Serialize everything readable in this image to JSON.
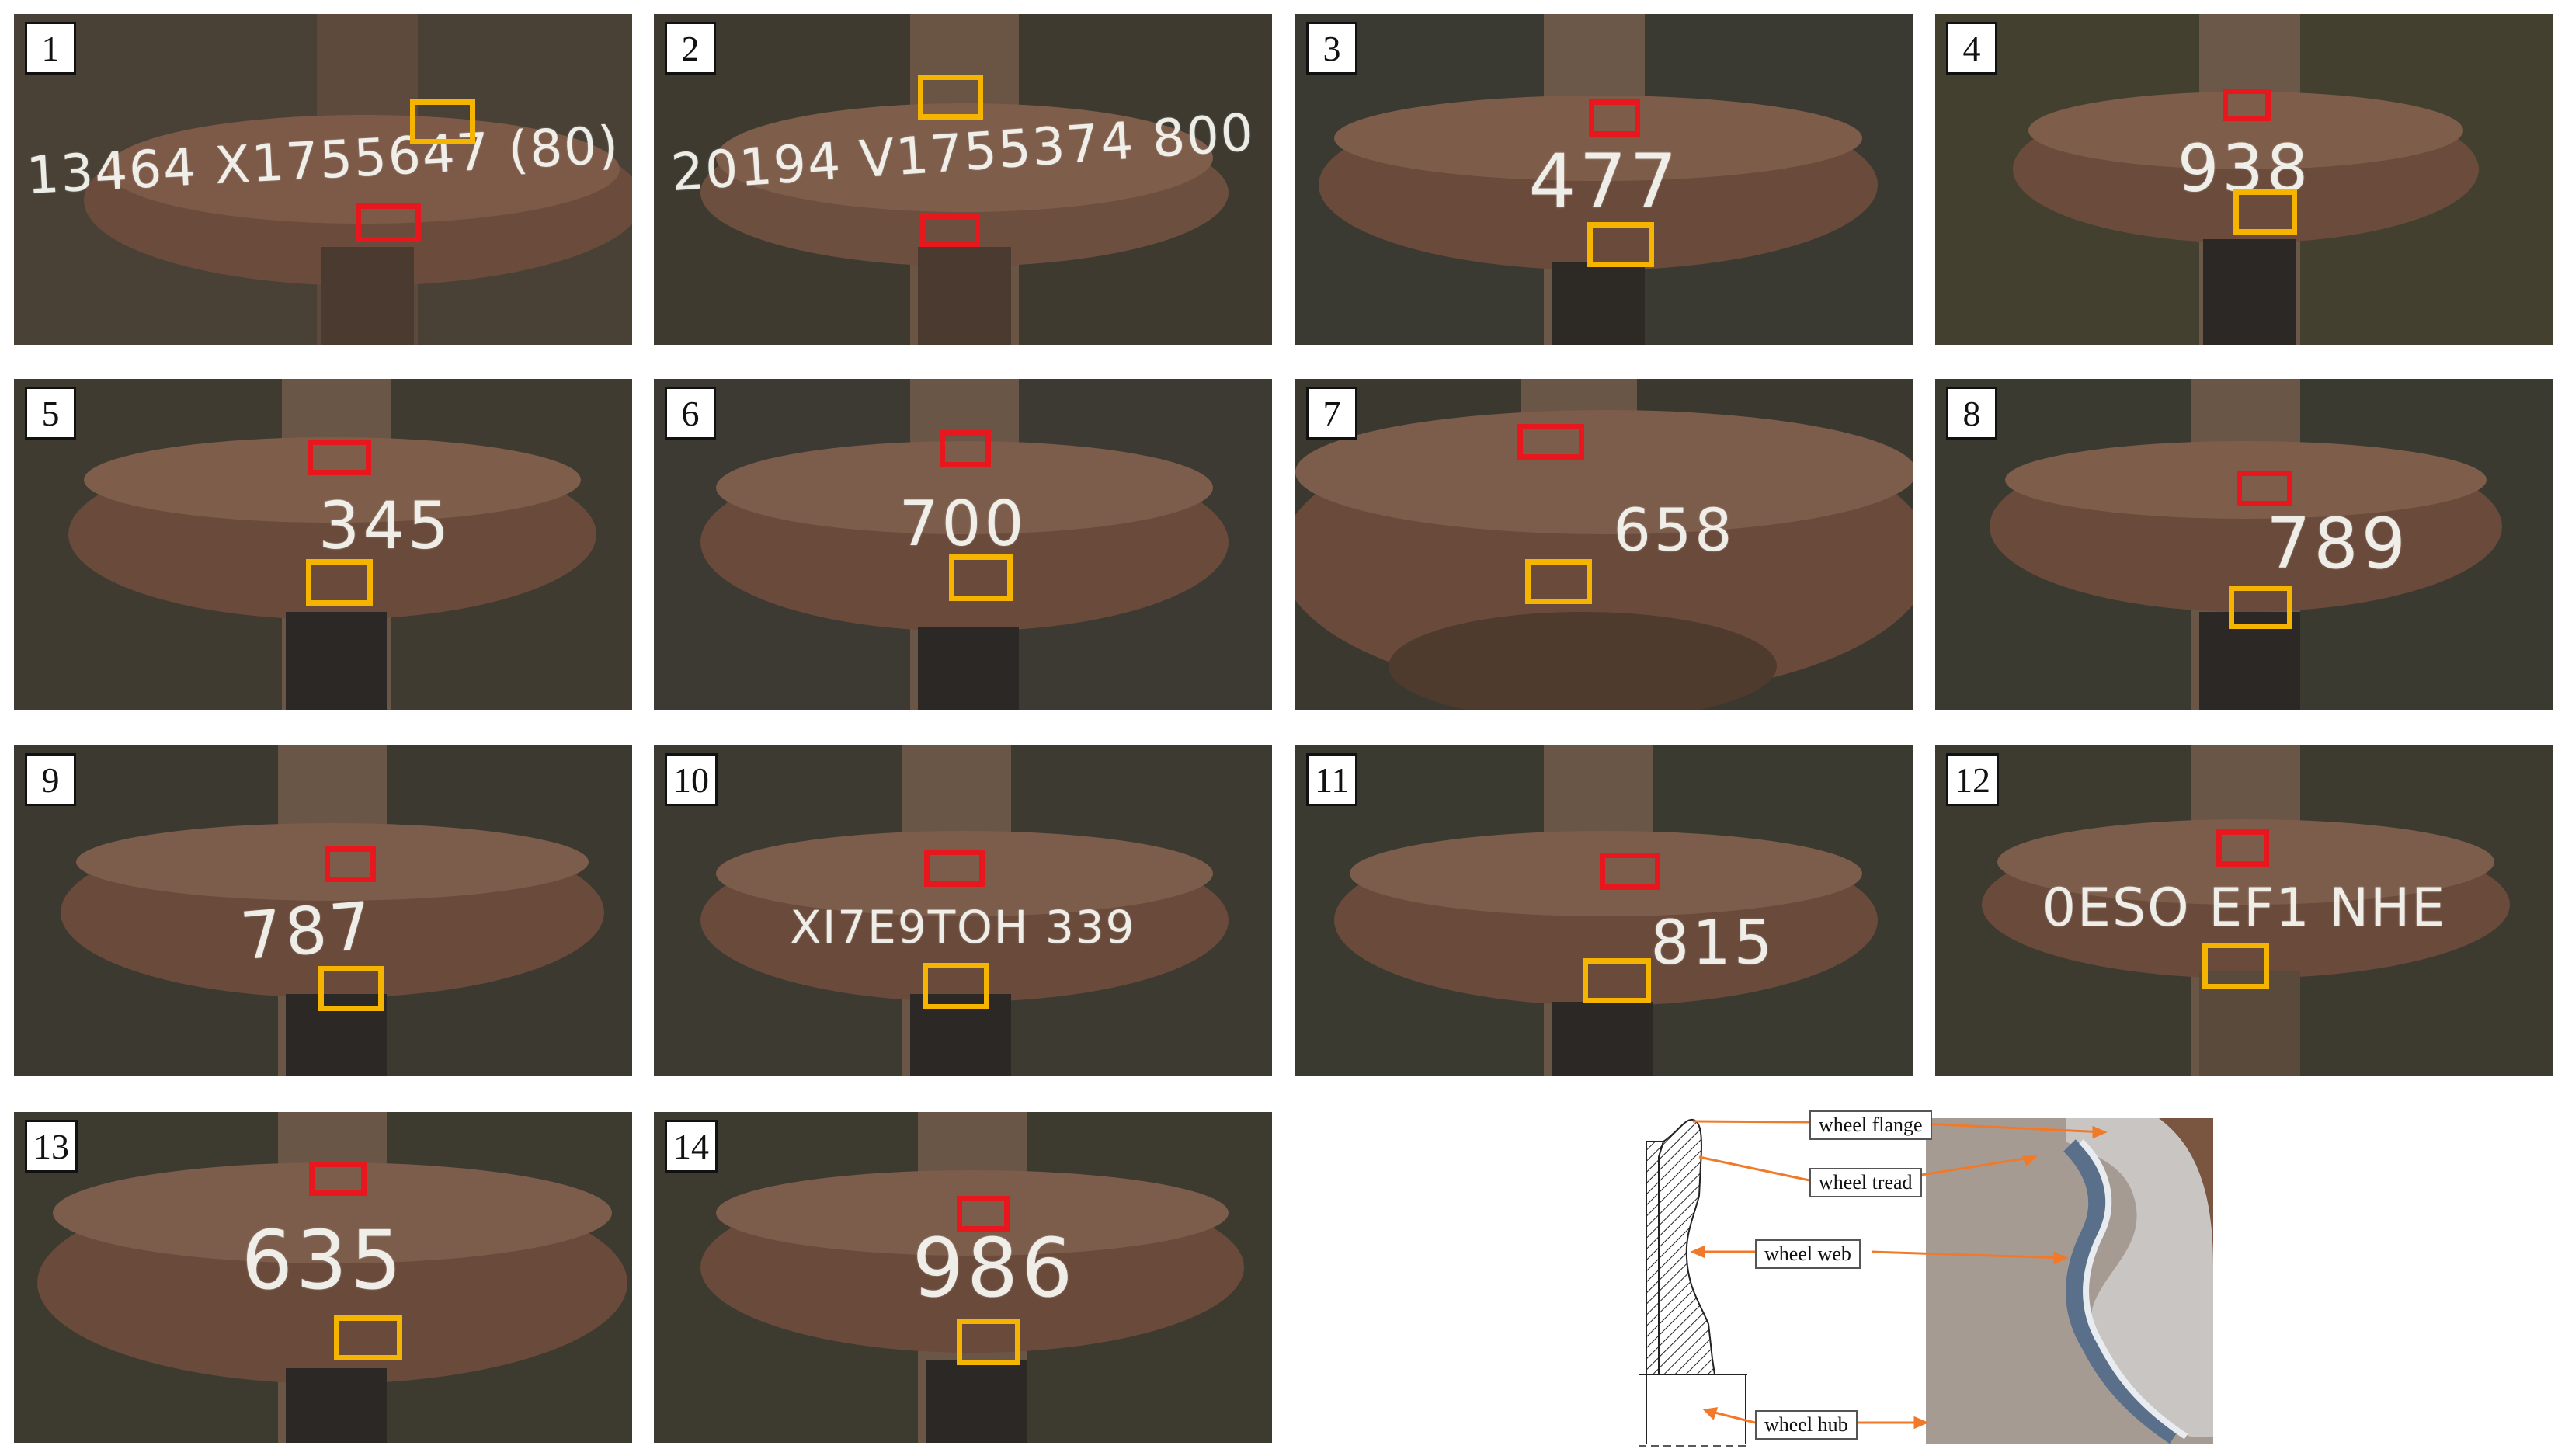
{
  "panels": [
    {
      "number": "1",
      "chalk": "13464 X1755647 (80)"
    },
    {
      "number": "2",
      "chalk": "20194 V1755374 800"
    },
    {
      "number": "3",
      "chalk": "477"
    },
    {
      "number": "4",
      "chalk": "938"
    },
    {
      "number": "5",
      "chalk": "345"
    },
    {
      "number": "6",
      "chalk": "700"
    },
    {
      "number": "7",
      "chalk": "658"
    },
    {
      "number": "8",
      "chalk": "789"
    },
    {
      "number": "9",
      "chalk": "787"
    },
    {
      "number": "10",
      "chalk": "XI7E9TOH 339"
    },
    {
      "number": "11",
      "chalk": "815"
    },
    {
      "number": "12",
      "chalk": "0ESO EF1 NHE"
    },
    {
      "number": "13",
      "chalk": "635"
    },
    {
      "number": "14",
      "chalk": "986"
    }
  ],
  "diagram": {
    "labels": {
      "flange": "wheel flange",
      "tread": "wheel tread",
      "web": "wheel web",
      "hub": "wheel hub"
    }
  },
  "colors": {
    "red_box": "#e8161d",
    "yellow_box": "#f5b400",
    "arrow": "#f07a2a"
  }
}
